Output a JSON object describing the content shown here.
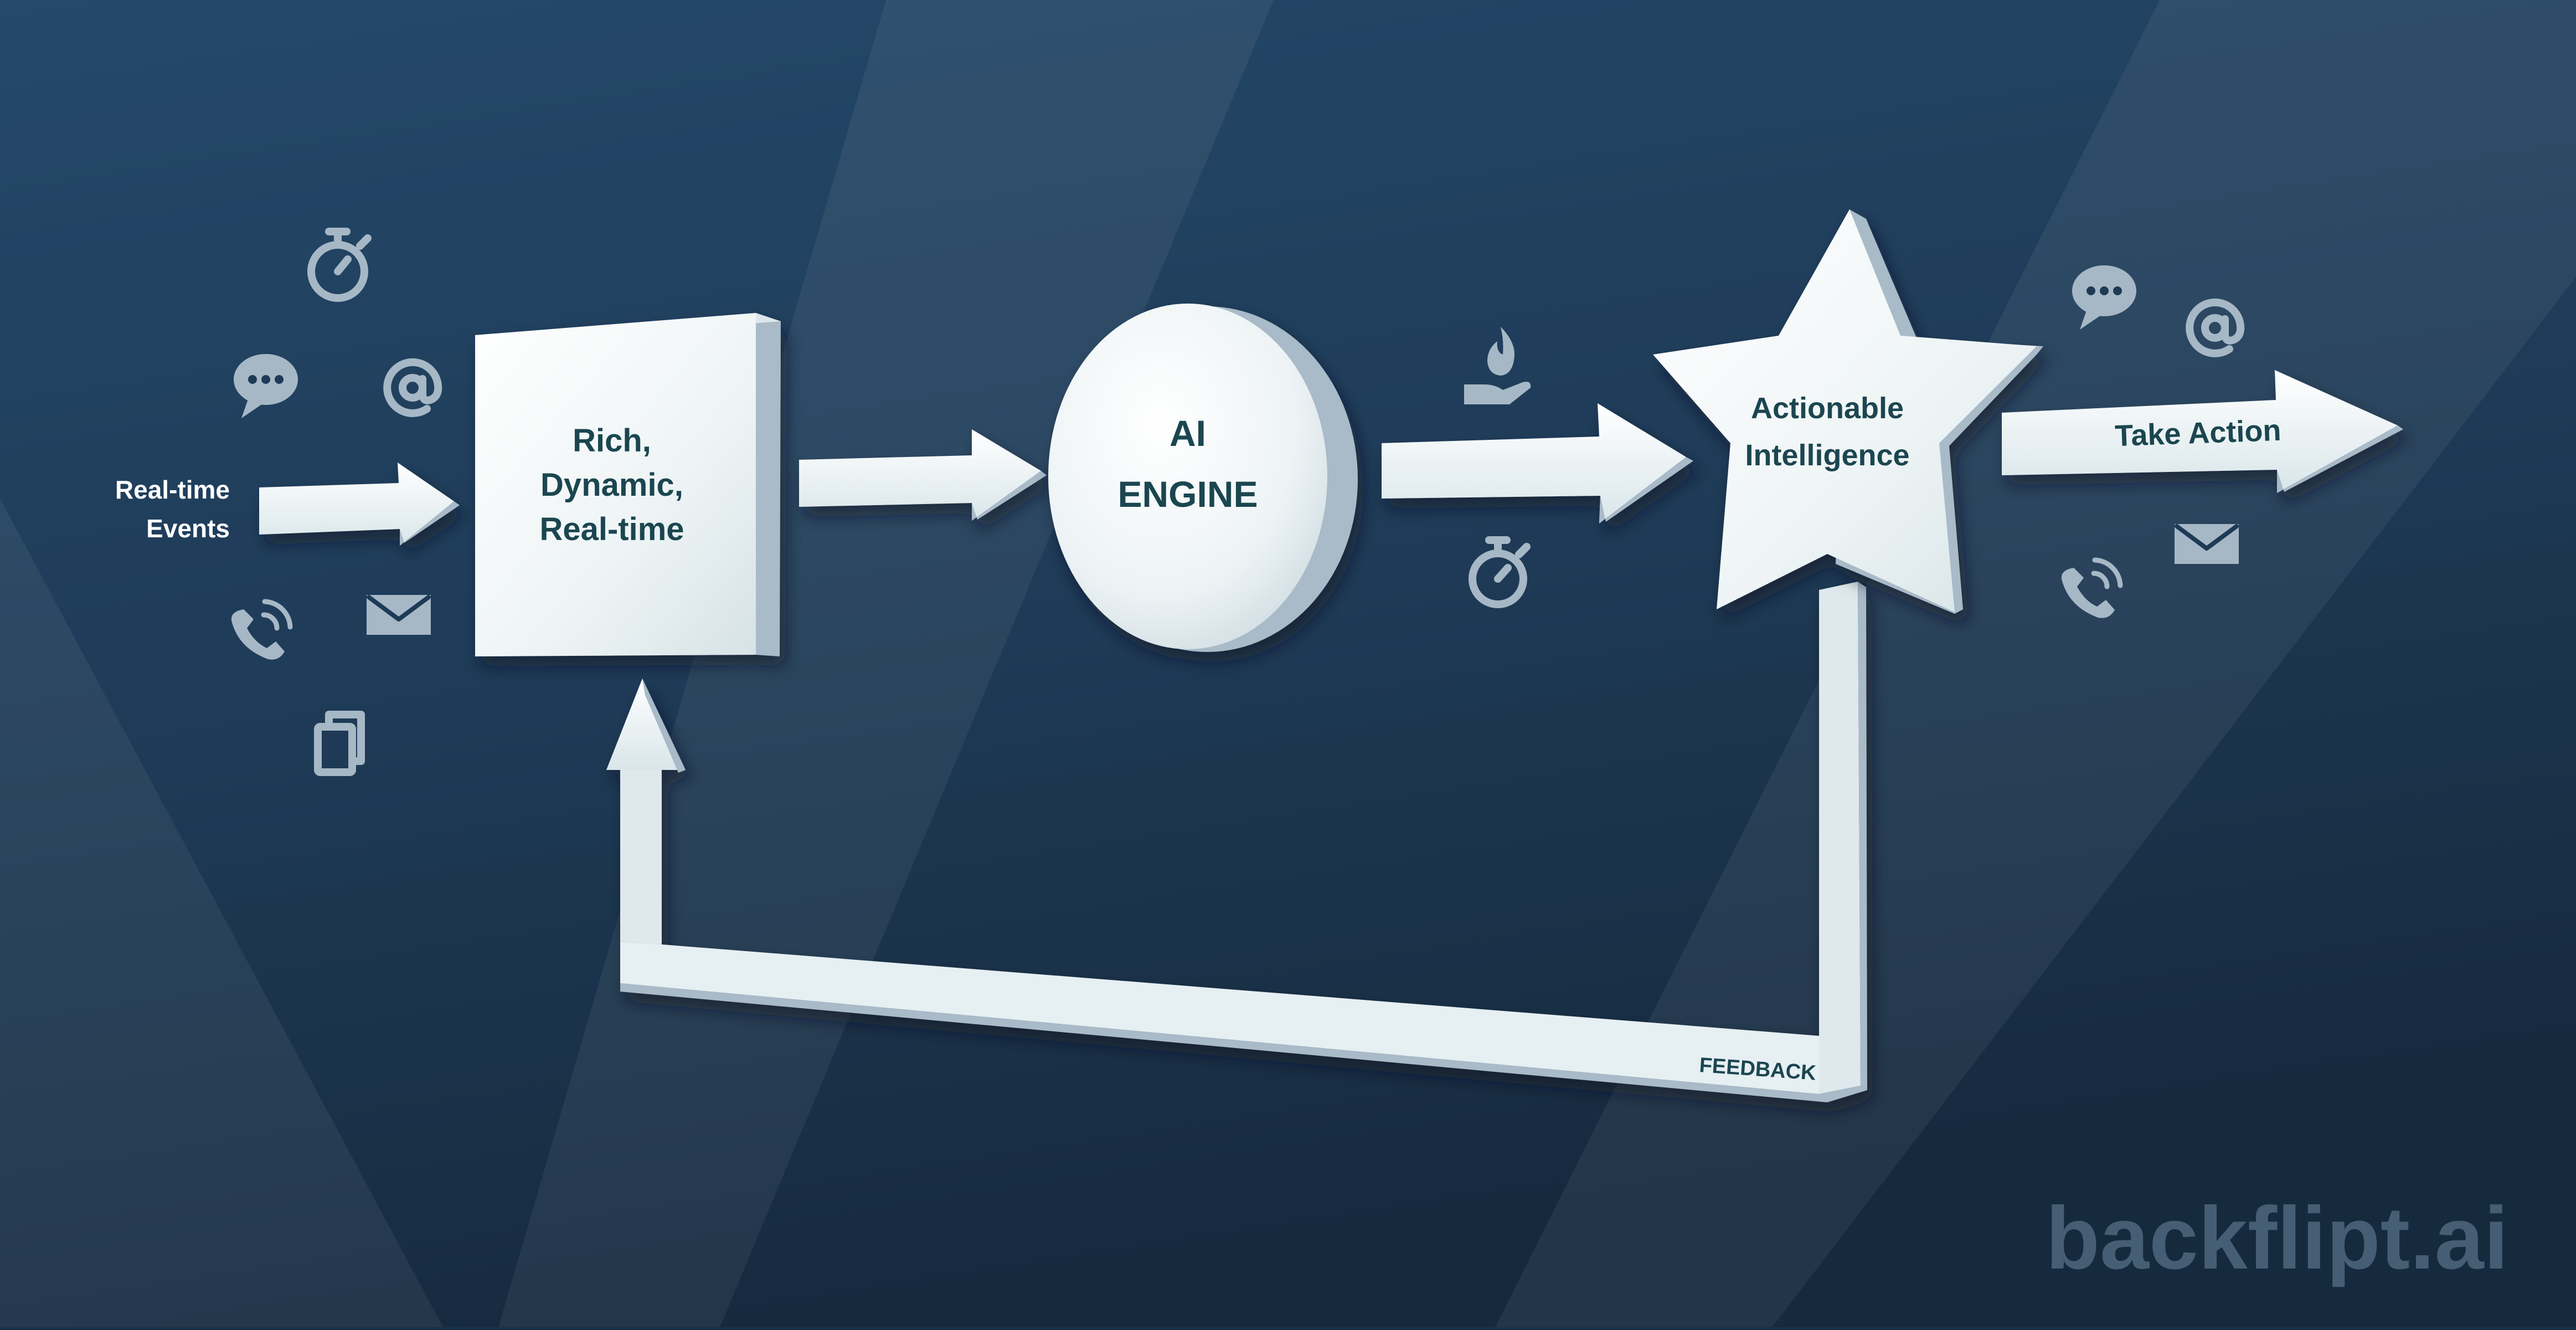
{
  "diagram": {
    "input_label_line1": "Real-time",
    "input_label_line2": "Events",
    "box_label_line1": "Rich,",
    "box_label_line2": "Dynamic,",
    "box_label_line3": "Real-time",
    "engine_label_line1": "AI",
    "engine_label_line2": "ENGINE",
    "star_label_line1": "Actionable",
    "star_label_line2": "Intelligence",
    "output_label": "Take Action",
    "feedback_label": "FEEDBACK"
  },
  "brand": {
    "text": "backflipt.ai"
  },
  "icons": {
    "input": [
      "stopwatch-icon",
      "chat-bubble-icon",
      "at-sign-icon",
      "phone-icon",
      "envelope-icon",
      "documents-icon"
    ],
    "middle": [
      "fire-hand-icon",
      "stopwatch-icon"
    ],
    "output": [
      "chat-bubble-icon",
      "at-sign-icon",
      "phone-icon",
      "envelope-icon"
    ]
  },
  "colors": {
    "background_top": "#24496a",
    "background_bottom": "#162a3e",
    "shape_face": "#eef4f5",
    "shape_side": "#a9bac8",
    "label_text": "#1b4650",
    "icon": "#a6b8c6",
    "brand": "#465e74"
  }
}
